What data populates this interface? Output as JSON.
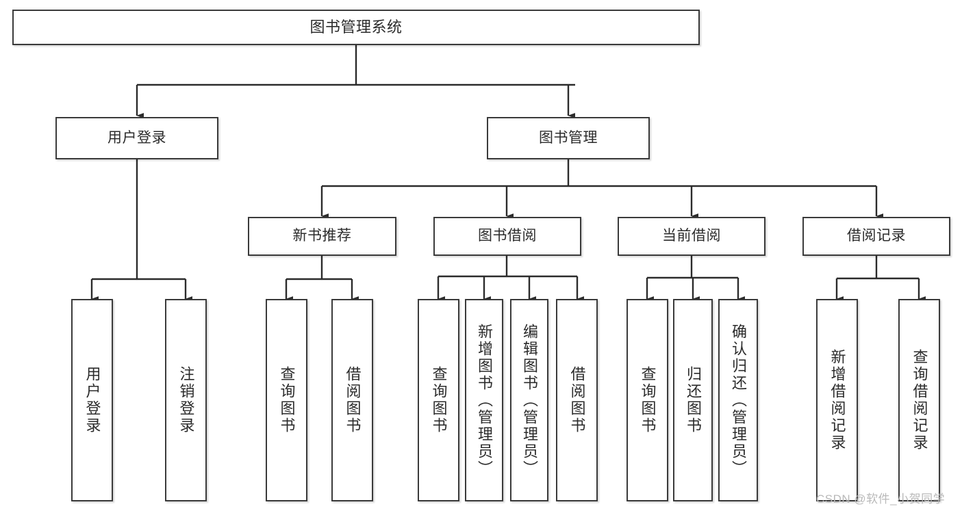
{
  "diagram": {
    "type": "tree-hierarchy-chart",
    "title": "图书管理系统",
    "orientation": "top-down",
    "colors": {
      "box_border": "#3a3a3a",
      "box_fill": "#ffffff",
      "connector": "#2b2b2b",
      "text": "#2b2b2b",
      "watermark": "#b9b9b9",
      "background": "#ffffff"
    },
    "nodes": {
      "root": {
        "id": "root",
        "label": "图书管理系统",
        "level": 1,
        "orientation": "horizontal"
      },
      "level2": [
        {
          "id": "user-login",
          "label": "用户登录",
          "level": 2,
          "orientation": "horizontal"
        },
        {
          "id": "book-management",
          "label": "图书管理",
          "level": 2,
          "orientation": "horizontal"
        }
      ],
      "level3": [
        {
          "id": "new-book-recommend",
          "label": "新书推荐",
          "level": 3,
          "orientation": "horizontal",
          "parent": "book-management"
        },
        {
          "id": "book-borrow",
          "label": "图书借阅",
          "level": 3,
          "orientation": "horizontal",
          "parent": "book-management"
        },
        {
          "id": "current-borrow",
          "label": "当前借阅",
          "level": 3,
          "orientation": "horizontal",
          "parent": "book-management"
        },
        {
          "id": "borrow-record",
          "label": "借阅记录",
          "level": 3,
          "orientation": "horizontal",
          "parent": "book-management"
        }
      ],
      "leaves": [
        {
          "id": "leaf-user-login",
          "label": "用户登录",
          "parent": "user-login",
          "orientation": "vertical"
        },
        {
          "id": "leaf-logout-login",
          "label": "注销登录",
          "parent": "user-login",
          "orientation": "vertical"
        },
        {
          "id": "leaf-query-book-1",
          "label": "查询图书",
          "parent": "new-book-recommend",
          "orientation": "vertical"
        },
        {
          "id": "leaf-borrow-book-1",
          "label": "借阅图书",
          "parent": "new-book-recommend",
          "orientation": "vertical"
        },
        {
          "id": "leaf-query-book-2",
          "label": "查询图书",
          "parent": "book-borrow",
          "orientation": "vertical"
        },
        {
          "id": "leaf-add-book",
          "label": "新增图书（管理员）",
          "parent": "book-borrow",
          "orientation": "vertical"
        },
        {
          "id": "leaf-edit-book",
          "label": "编辑图书（管理员）",
          "parent": "book-borrow",
          "orientation": "vertical"
        },
        {
          "id": "leaf-borrow-book-2",
          "label": "借阅图书",
          "parent": "book-borrow",
          "orientation": "vertical"
        },
        {
          "id": "leaf-query-book-3",
          "label": "查询图书",
          "parent": "current-borrow",
          "orientation": "vertical"
        },
        {
          "id": "leaf-return-book",
          "label": "归还图书",
          "parent": "current-borrow",
          "orientation": "vertical"
        },
        {
          "id": "leaf-confirm-return",
          "label": "确认归还（管理员）",
          "parent": "current-borrow",
          "orientation": "vertical"
        },
        {
          "id": "leaf-add-record",
          "label": "新增借阅记录",
          "parent": "borrow-record",
          "orientation": "vertical"
        },
        {
          "id": "leaf-query-record",
          "label": "查询借阅记录",
          "parent": "borrow-record",
          "orientation": "vertical"
        }
      ]
    },
    "watermark": "CSDN @软件_小贺同学"
  }
}
